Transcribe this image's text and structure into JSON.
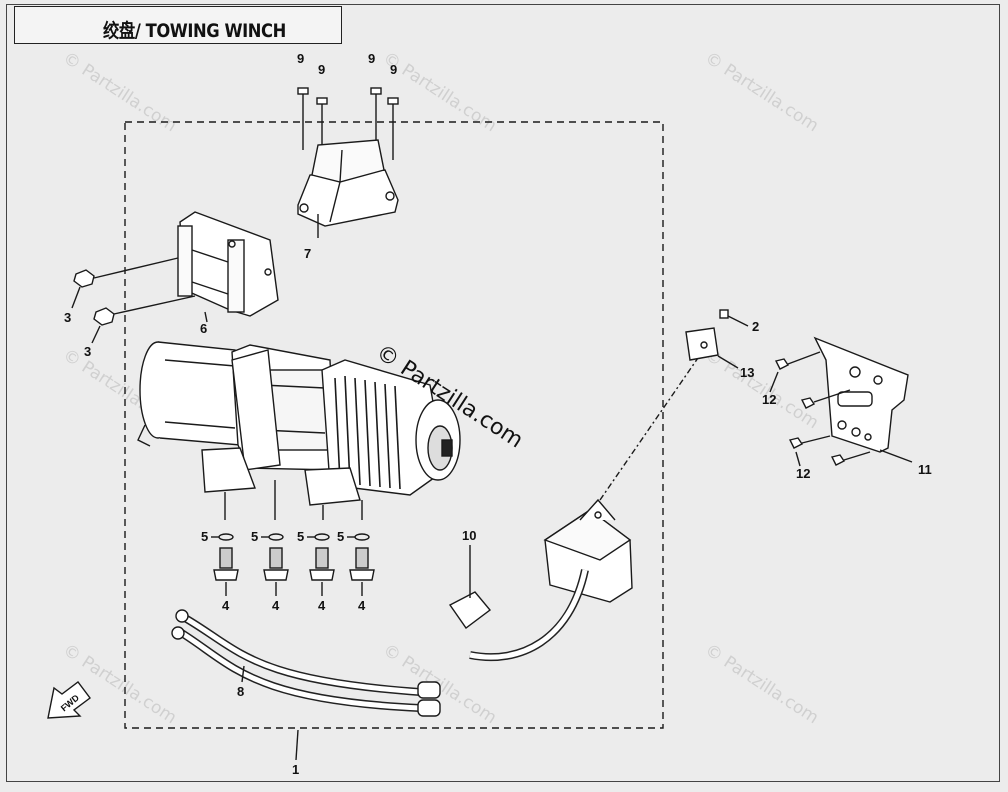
{
  "title": "绞盘/ TOWING WINCH",
  "watermark": "© Partzilla.com",
  "fwd_label": "FWD",
  "callouts": {
    "c1": "1",
    "c2": "2",
    "c3a": "3",
    "c3b": "3",
    "c4a": "4",
    "c4b": "4",
    "c4c": "4",
    "c4d": "4",
    "c5a": "5",
    "c5b": "5",
    "c5c": "5",
    "c5d": "5",
    "c6": "6",
    "c7": "7",
    "c8": "8",
    "c9a": "9",
    "c9b": "9",
    "c9c": "9",
    "c9d": "9",
    "c10": "10",
    "c11": "11",
    "c12a": "12",
    "c12b": "12",
    "c13": "13"
  }
}
